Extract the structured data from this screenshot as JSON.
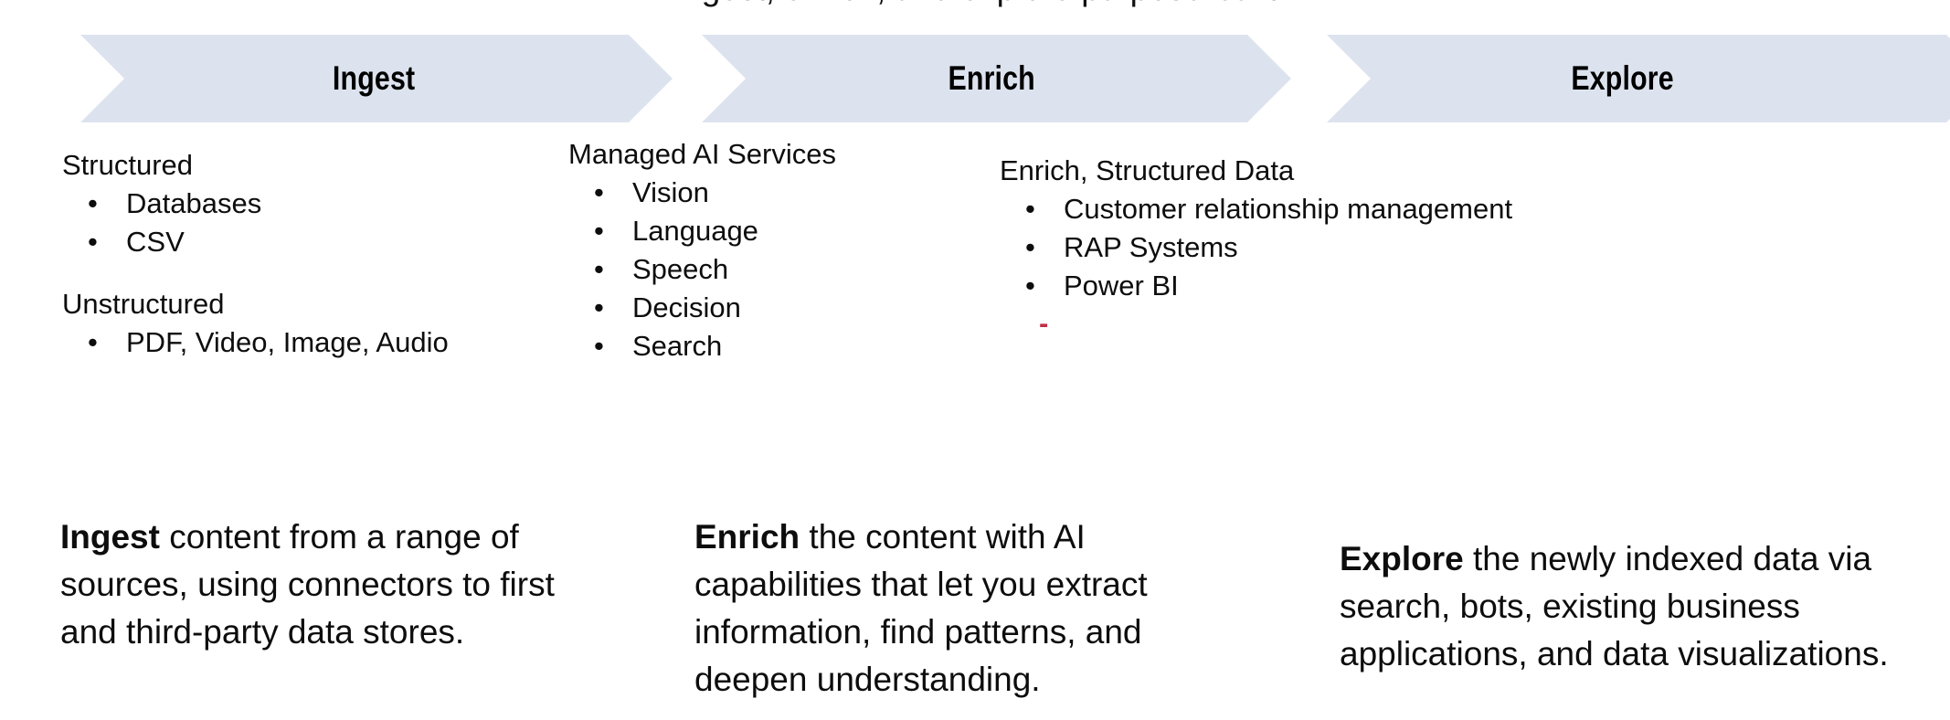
{
  "slide": {
    "top_cropped_line": "Ingest, enrich, and explore purpose-built",
    "accent_color": "#dde3ee",
    "red_marker_color": "#c0304a",
    "text_color": "#0d0d0d"
  },
  "stages": [
    {
      "name": "stage-ingest",
      "label": "Ingest"
    },
    {
      "name": "stage-enrich",
      "label": "Enrich"
    },
    {
      "name": "stage-explore",
      "label": "Explore"
    }
  ],
  "columns": {
    "ingest": {
      "heading_1": "Structured",
      "items_1": [
        "Databases",
        "CSV"
      ],
      "heading_2": "Unstructured",
      "items_2": [
        "PDF, Video, Image, Audio"
      ],
      "bullet_glyph": "•"
    },
    "enrich": {
      "heading_1": "Managed AI Services",
      "items_1": [
        "Vision",
        "Language",
        "Speech",
        "Decision",
        "Search"
      ],
      "bullet_glyph": "•"
    },
    "explore": {
      "heading_1": "Enrich, Structured Data",
      "items_1": [
        "Customer relationship management",
        "RAP Systems",
        "Power BI"
      ],
      "bullet_glyph": "•",
      "sub_dash": "-"
    }
  },
  "descriptions": {
    "ingest": {
      "lead": "Ingest",
      "rest": " content from a range of sources, using connectors to first and third-party data stores."
    },
    "enrich": {
      "lead": "Enrich",
      "rest": " the content with AI capabilities that let you extract information, find patterns, and deepen understanding."
    },
    "explore": {
      "lead": "Explore",
      "rest": " the newly indexed data via search, bots, existing business applications, and data visualizations."
    }
  }
}
